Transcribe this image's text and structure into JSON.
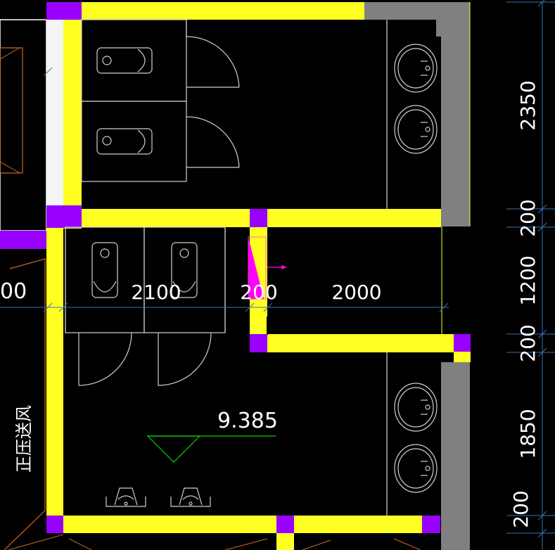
{
  "drawing": {
    "colors": {
      "background": "#000000",
      "wall": "#ffff22",
      "column": "#9900ff",
      "concrete": "#808080",
      "fixture_line": "#d0d0d0",
      "dimension_line": "#3a74b5",
      "elevation_mark": "#11cc11",
      "orange_line": "#d2691e",
      "opening_fill": "#ff00ff"
    },
    "horizontal_dimensions": [
      "2100",
      "200",
      "2000"
    ],
    "vertical_dimensions": [
      "2350",
      "200",
      "1200",
      "200",
      "1850",
      "200"
    ],
    "left_partial_dimension": "00",
    "elevation_value": "9.385",
    "room_label": "正压送风",
    "fixtures": {
      "squat_toilets_upper": 2,
      "urinals_lower": 2,
      "washbasins": 4,
      "floor_drains": 2
    }
  }
}
